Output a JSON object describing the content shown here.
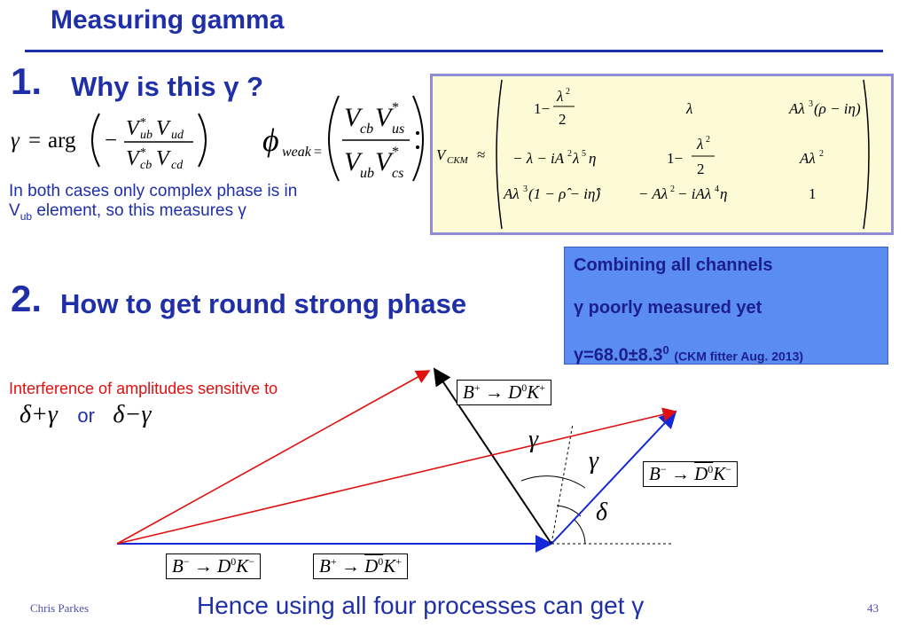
{
  "title": "Measuring gamma",
  "section1": {
    "number": "1.",
    "heading": "Why is this γ ?",
    "note_line1": "In both cases only complex phase is in",
    "note_line2_prefix": "V",
    "note_line2_sub": "ub",
    "note_line2_suffix": " element, so this measures γ"
  },
  "section2": {
    "number": "2.",
    "heading": "How to get round strong phase"
  },
  "interference": {
    "text": "Interference of amplitudes sensitive to",
    "left": "δ+γ",
    "or": "or",
    "right": "δ−γ"
  },
  "combine": {
    "line1": "Combining all channels",
    "line2": "γ poorly measured yet",
    "line3_main": "γ=68.0±8.3",
    "line3_sup": "0",
    "line3_note": "(CKM fitter Aug. 2013)"
  },
  "processes": {
    "p1": {
      "b": "B",
      "bc": "+",
      "arrow": "→",
      "d": "D",
      "dc": "0",
      "k": "K",
      "kc": "+"
    },
    "p2": {
      "b": "B",
      "bc": "−",
      "arrow": "→",
      "d": "D",
      "dc": "0",
      "k": "K",
      "kc": "−"
    },
    "p3": {
      "b": "B",
      "bc": "−",
      "arrow": "→",
      "d": "D",
      "dc": "0",
      "k": "K",
      "kc": "−"
    },
    "p4": {
      "b": "B",
      "bc": "+",
      "arrow": "→",
      "d": "D",
      "dc": "0",
      "k": "K",
      "kc": "+"
    }
  },
  "angles": {
    "gamma": "γ",
    "delta": "δ"
  },
  "colors": {
    "title": "#1f2fa8",
    "red_vector": "#e01010",
    "blue_vector": "#1428d8",
    "black_vector": "#000000",
    "ckm_box_bg": "#fdfbd6",
    "ckm_box_border": "#8e8cd8",
    "combine_bg": "#5b8cf2"
  },
  "footer": {
    "author": "Chris Parkes",
    "summary": "Hence using all four processes can get γ",
    "page": "43"
  }
}
